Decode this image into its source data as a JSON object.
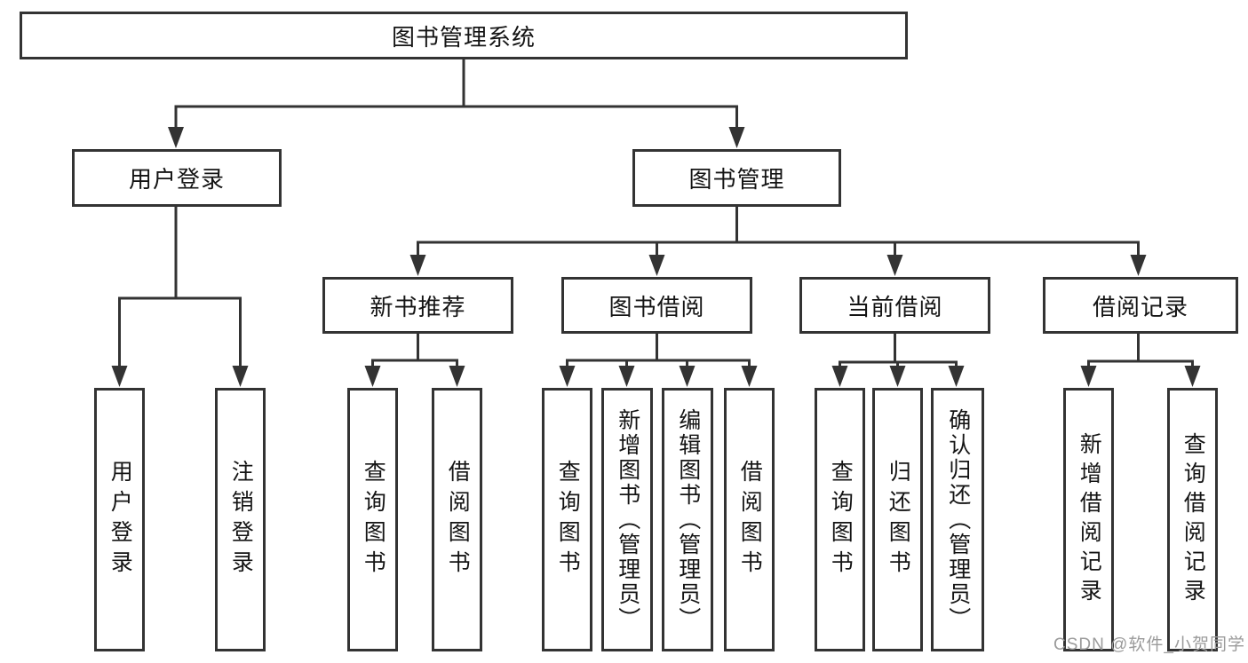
{
  "diagram": {
    "root": {
      "label": "图书管理系统"
    },
    "branches": [
      {
        "label": "用户登录",
        "children": [
          {
            "label": "用户登录"
          },
          {
            "label": "注销登录"
          }
        ]
      },
      {
        "label": "图书管理",
        "children": [
          {
            "label": "新书推荐",
            "children": [
              {
                "label": "查询图书"
              },
              {
                "label": "借阅图书"
              }
            ]
          },
          {
            "label": "图书借阅",
            "children": [
              {
                "label": "查询图书"
              },
              {
                "label": "新增图书（管理员）"
              },
              {
                "label": "编辑图书（管理员）"
              },
              {
                "label": "借阅图书"
              }
            ]
          },
          {
            "label": "当前借阅",
            "children": [
              {
                "label": "查询图书"
              },
              {
                "label": "归还图书"
              },
              {
                "label": "确认归还（管理员）"
              }
            ]
          },
          {
            "label": "借阅记录",
            "children": [
              {
                "label": "新增借阅记录"
              },
              {
                "label": "查询借阅记录"
              }
            ]
          }
        ]
      }
    ]
  },
  "watermark": {
    "text": "CSDN @软件_小贺同学"
  },
  "colors": {
    "line": "#333333",
    "box_border": "#333333",
    "text": "#141414",
    "watermark": "#9b9b9b",
    "background": "#ffffff"
  }
}
